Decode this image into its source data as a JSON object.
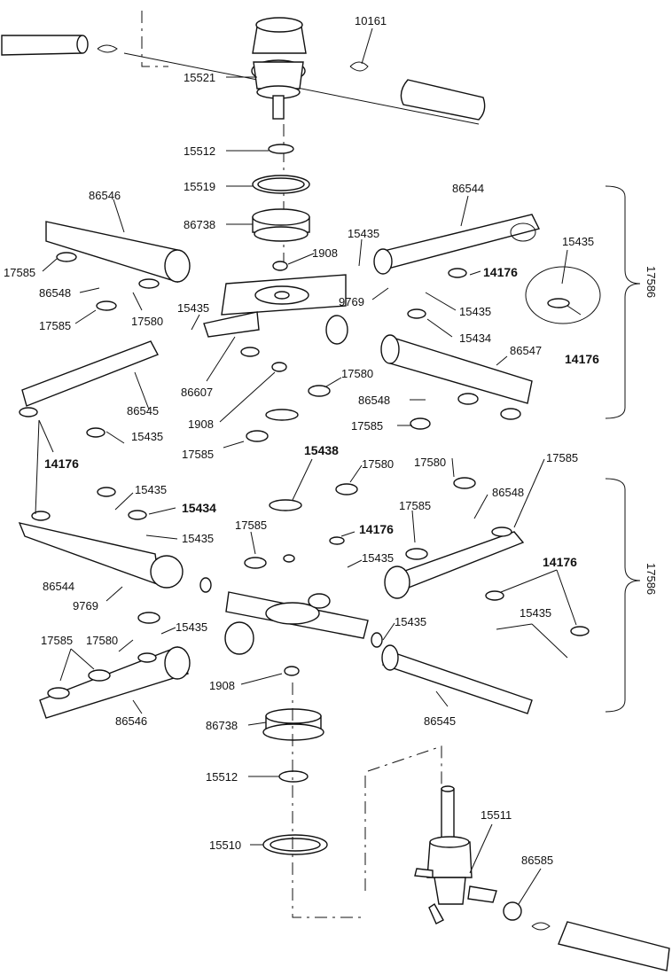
{
  "labels": {
    "p10161": "10161",
    "p15521": "15521",
    "p15512a": "15512",
    "p15519": "15519",
    "p86738a": "86738",
    "p1908a": "1908",
    "p86546a": "86546",
    "p86544a": "86544",
    "p15435a": "15435",
    "p15435b": "15435",
    "p17585a": "17585",
    "p86548a": "86548",
    "p17585b": "17585",
    "p17580a": "17580",
    "p15435c": "15435",
    "p9769a": "9769",
    "p14176a": "14176",
    "p15435d": "15435",
    "p15434a": "15434",
    "p14176b": "14176",
    "p86607": "86607",
    "p86547": "86547",
    "p86545a": "86545",
    "p17580b": "17580",
    "p86548b": "86548",
    "p1908b": "1908",
    "p15435e": "15435",
    "p17585c": "17585",
    "p14176c": "14176",
    "p17585d": "17585",
    "p15438": "15438",
    "p17580c": "17580",
    "p17580d": "17580",
    "p17585e": "17585",
    "p15435f": "15435",
    "p15434b": "15434",
    "p86548c": "86548",
    "p17585f": "17585",
    "p15435g": "15435",
    "p17585g": "17585",
    "p14176d": "14176",
    "p15435h": "15435",
    "p14176e": "14176",
    "p86544b": "86544",
    "p9769b": "9769",
    "p15435i": "15435",
    "p15435j": "15435",
    "p17585h": "17585",
    "p17580e": "17580",
    "p15435k": "15435",
    "p1908c": "1908",
    "p86546b": "86546",
    "p86545b": "86545",
    "p86738b": "86738",
    "p15512b": "15512",
    "p15510": "15510",
    "p15511": "15511",
    "p86585": "86585",
    "bracket_top": "17586",
    "bracket_bottom": "17586"
  }
}
